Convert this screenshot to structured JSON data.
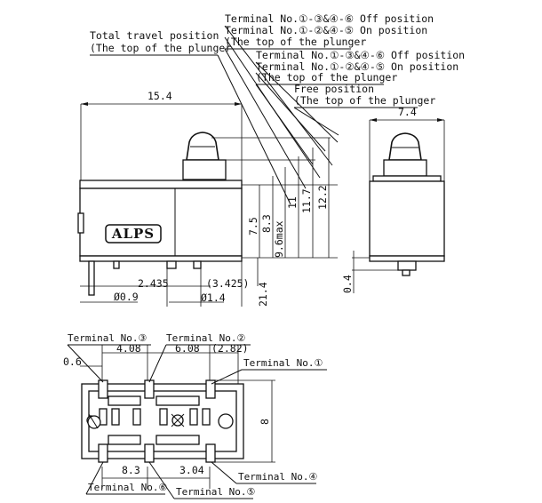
{
  "callouts": {
    "total_travel_1": "Total travel position",
    "total_travel_2": "(The top of the plunger",
    "t1346_off_a": "Terminal No.①-③&④-⑥ Off position",
    "t1245_on_a": "Terminal No.①-②&④-⑤ On position",
    "top_plunger_a": "(The top of the plunger",
    "t1346_off_b": "Terminal No.①-③&④-⑥ Off position",
    "t1245_on_b": "Terminal No.①-②&④-⑤ On position",
    "top_plunger_b": "(The top of the plunger",
    "free_pos": "Free position",
    "free_top": "(The top of the plunger"
  },
  "dimensions": {
    "width_15_4": "15.4",
    "width_7_4": "7.4",
    "h_7_5": "7.5",
    "h_8_3": "8.3",
    "h_9_6max": "9.6max",
    "h_11": "11",
    "h_11_7": "11.7",
    "h_12_2": "12.2",
    "d_2_435": "2.435",
    "d_3_425": "(3.425)",
    "d_0_9": "Ø0.9",
    "d_1_4": "Ø1.4",
    "d_21_4": "21.4",
    "d_0_4": "0.4",
    "d_0_6": "0.6",
    "d_4_08": "4.08",
    "d_6_08": "6.08",
    "d_2_82": "(2.82)",
    "d_8": "8",
    "d_8_3": "8.3",
    "d_3_04": "3.04"
  },
  "terminals": {
    "t3": "Terminal No.③",
    "t2": "Terminal No.②",
    "t1": "Terminal No.①",
    "t4": "Terminal No.④",
    "t6": "Terminal No.⑥",
    "t5": "Terminal No.⑤"
  },
  "logo": "ALPS"
}
